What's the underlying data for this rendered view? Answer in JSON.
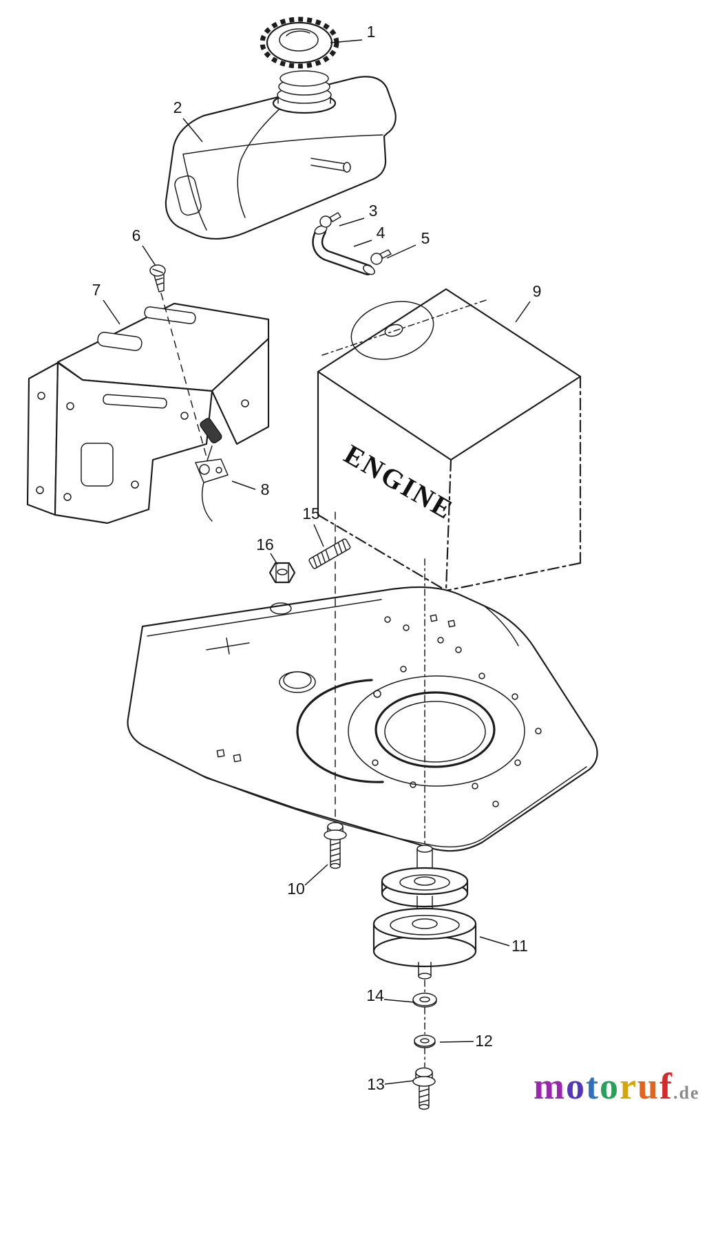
{
  "canvas": {
    "width": "1043",
    "height": "1800",
    "background": "#ffffff",
    "line_color": "#1c1c1c"
  },
  "diagram": {
    "engine_text": "ENGINE",
    "part_labels": {
      "p1": "1",
      "p2": "2",
      "p3": "3",
      "p4": "4",
      "p5": "5",
      "p6": "6",
      "p7": "7",
      "p8": "8",
      "p9": "9",
      "p10": "10",
      "p11": "11",
      "p12": "12",
      "p13": "13",
      "p14": "14",
      "p15": "15",
      "p16": "16"
    }
  },
  "watermark": {
    "letters": [
      {
        "ch": "m",
        "color": "#9b27af"
      },
      {
        "ch": "o",
        "color": "#5436b8"
      },
      {
        "ch": "t",
        "color": "#2f6fc0"
      },
      {
        "ch": "o",
        "color": "#28a05a"
      },
      {
        "ch": "r",
        "color": "#d8a400"
      },
      {
        "ch": "u",
        "color": "#e2641e"
      },
      {
        "ch": "f",
        "color": "#d42a2a"
      }
    ],
    "suffix": ".de",
    "suffix_color": "#8a8a8a"
  }
}
